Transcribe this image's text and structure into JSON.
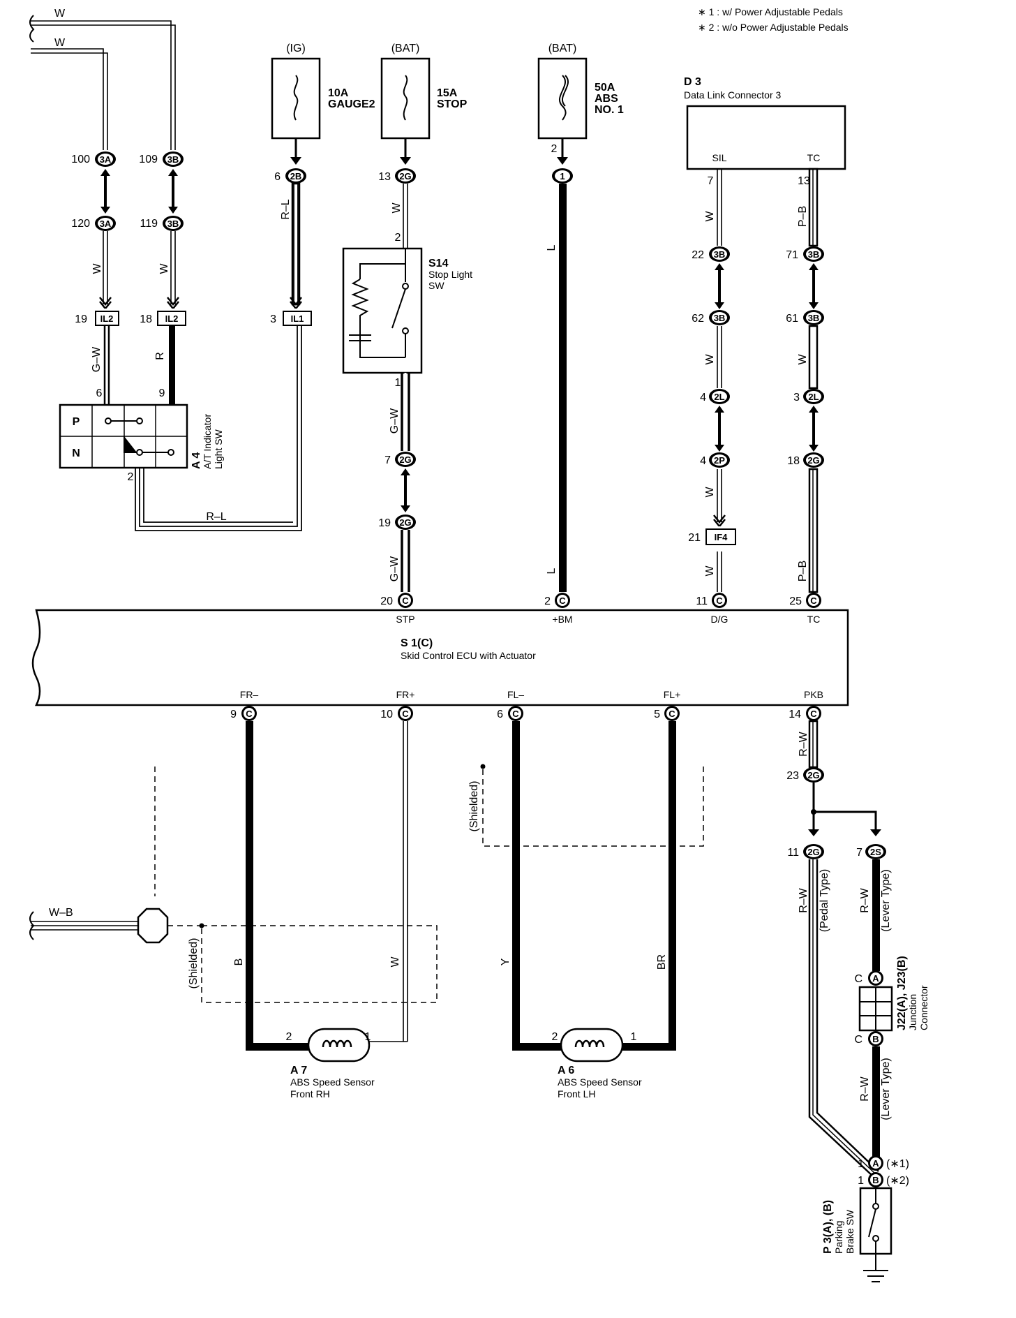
{
  "notes": [
    "∗ 1 : w/ Power Adjustable Pedals",
    "∗ 2 : w/o Power Adjustable Pedals"
  ],
  "fuses": [
    {
      "source": "(IG)",
      "rating": "10A",
      "name": "GAUGE2",
      "name2": ""
    },
    {
      "source": "(BAT)",
      "rating": "15A",
      "name": "STOP",
      "name2": ""
    },
    {
      "source": "(BAT)",
      "rating": "50A",
      "name": "ABS",
      "name2": "NO. 1"
    }
  ],
  "dlc": {
    "code": "D 3",
    "name": "Data Link Connector 3",
    "pin1": "SIL",
    "pin2": "TC"
  },
  "ecu": {
    "code": "S 1(C)",
    "name": "Skid Control ECU with Actuator",
    "top_terms": [
      "STP",
      "+BM",
      "D/G",
      "TC"
    ],
    "bottom_terms": [
      "FR–",
      "FR+",
      "FL–",
      "FL+",
      "PKB"
    ],
    "connector": "C"
  },
  "stop_sw": {
    "code": "S14",
    "name": "Stop Light",
    "name2": "SW"
  },
  "at_sw": {
    "code": "A 4",
    "name": "A/T Indicator",
    "name2": "Light SW",
    "p": "P",
    "n": "N"
  },
  "sensor_rh": {
    "code": "A 7",
    "name": "ABS Speed Sensor",
    "name2": "Front RH"
  },
  "sensor_lh": {
    "code": "A 6",
    "name": "ABS Speed Sensor",
    "name2": "Front LH"
  },
  "jc": {
    "code": "J22(A), J23(B)",
    "name": "Junction",
    "name2": "Connector"
  },
  "pb": {
    "code": "P 3(A), (B)",
    "name": "Parking",
    "name2": "Brake SW"
  },
  "shielded": "(Shielded)",
  "types": {
    "pedal": "(Pedal Type)",
    "lever": "(Lever Type)",
    "n1": "(∗1)",
    "n2": "(∗2)"
  },
  "wire_colors": {
    "w": "W",
    "wb": "W–B",
    "rl": "R–L",
    "gw": "G–W",
    "r": "R",
    "l": "L",
    "pb": "P–B",
    "rw": "R–W",
    "b": "B",
    "y": "Y",
    "br": "BR"
  },
  "connectors": {
    "c3a": "3A",
    "c3b": "3B",
    "c2b": "2B",
    "c2g": "2G",
    "c1": "1",
    "c2l": "2L",
    "c2p": "2P",
    "c2s": "2S",
    "cA": "A",
    "cB": "B",
    "cC": "C",
    "il2": "IL2",
    "il1": "IL1",
    "if4": "IF4"
  },
  "pins": {
    "p100": "100",
    "p109": "109",
    "p120": "120",
    "p119": "119",
    "p19": "19",
    "p18": "18",
    "p6": "6",
    "p9": "9",
    "p2": "2",
    "p3": "3",
    "p13": "13",
    "p1": "1",
    "p7": "7",
    "p20": "20",
    "p22": "22",
    "p71": "71",
    "p62": "62",
    "p61": "61",
    "p4": "4",
    "p21": "21",
    "p11": "11",
    "p25": "25",
    "p18b": "18",
    "p10": "10",
    "p5": "5",
    "p14": "14",
    "p23": "23"
  }
}
